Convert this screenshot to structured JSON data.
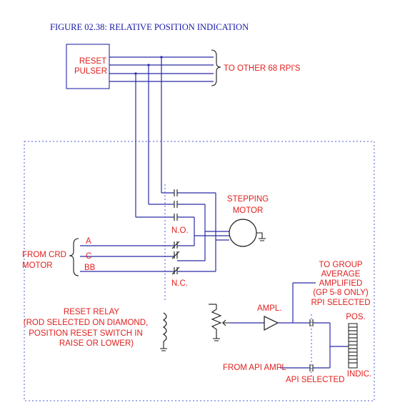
{
  "title": "FIGURE 02.38:  RELATIVE POSITION INDICATION",
  "reset_pulser": {
    "line1": "RESET",
    "line2": "PULSER"
  },
  "to_other_rpis": "TO OTHER 68 RPI'S",
  "stepping_motor": {
    "line1": "STEPPING",
    "line2": "MOTOR"
  },
  "no_label": "N.O.",
  "nc_label": "N.C.",
  "phases": [
    "A",
    "C",
    "BB"
  ],
  "from_crd_motor": {
    "line1": "FROM CRD",
    "line2": "MOTOR"
  },
  "reset_relay": {
    "line1": "RESET RELAY",
    "line2": "(ROD SELECTED ON DIAMOND,",
    "line3": "POSITION RESET SWITCH IN",
    "line4": "RAISE OR LOWER)"
  },
  "ampl": "AMPL.",
  "to_group": {
    "line1": "TO GROUP",
    "line2": "AVERAGE",
    "line3": "AMPLIFIED",
    "line4": "(GP 5-8 ONLY)",
    "line5": "RPI SELECTED"
  },
  "pos": "POS.",
  "indic": "INDIC.",
  "from_api_ampl": "FROM API AMPL",
  "api_selected": "API SELECTED"
}
